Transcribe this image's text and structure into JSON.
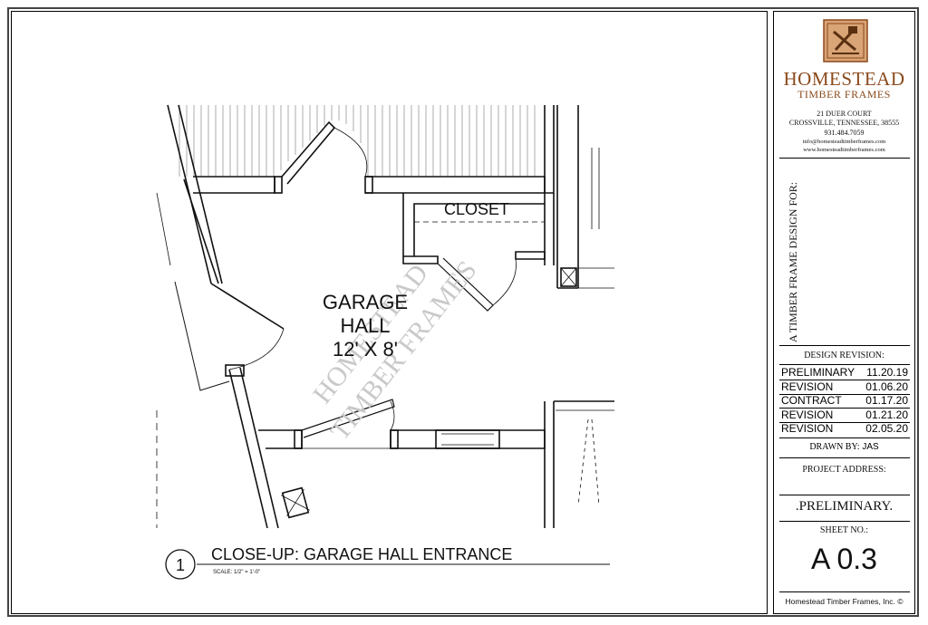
{
  "drawing": {
    "room_name_line1": "GARAGE",
    "room_name_line2": "HALL",
    "room_size": "12' X 8'",
    "closet_label": "CLOSET",
    "watermark_line1": "HOMESTEAD",
    "watermark_line2": "TIMBER FRAMES",
    "detail_number": "1",
    "detail_title": "CLOSE-UP: GARAGE HALL ENTRANCE",
    "scale_text": "SCALE: 1/2\" = 1'-0\""
  },
  "titleblock": {
    "brand_name": "HOMESTEAD",
    "brand_sub": "TIMBER FRAMES",
    "address_line1": "21 DUER COURT",
    "address_line2": "CROSSVILLE, TENNESSEE, 38555",
    "phone": "931.484.7059",
    "email": "info@homesteadtimberframes.com",
    "website": "www.homesteadtimberframes.com",
    "design_for": "A TIMBER FRAME DESIGN FOR:",
    "design_revision_label": "DESIGN REVISION:",
    "revisions": [
      {
        "label": "PRELIMINARY",
        "date": "11.20.19"
      },
      {
        "label": "REVISION",
        "date": "01.06.20"
      },
      {
        "label": "CONTRACT",
        "date": "01.17.20"
      },
      {
        "label": "REVISION",
        "date": "01.21.20"
      },
      {
        "label": "REVISION",
        "date": "02.05.20"
      }
    ],
    "drawn_by_label": "DRAWN BY:",
    "drawn_by_value": "JAS",
    "project_address_label": "PROJECT ADDRESS:",
    "project_status": ".PRELIMINARY.",
    "sheet_no_label": "SHEET NO.:",
    "sheet_no": "A 0.3",
    "copyright": "Homestead Timber Frames, Inc. ©"
  },
  "colors": {
    "brand": "#8b4a1c",
    "logo_fill": "#d9a476",
    "ink": "#111111"
  }
}
